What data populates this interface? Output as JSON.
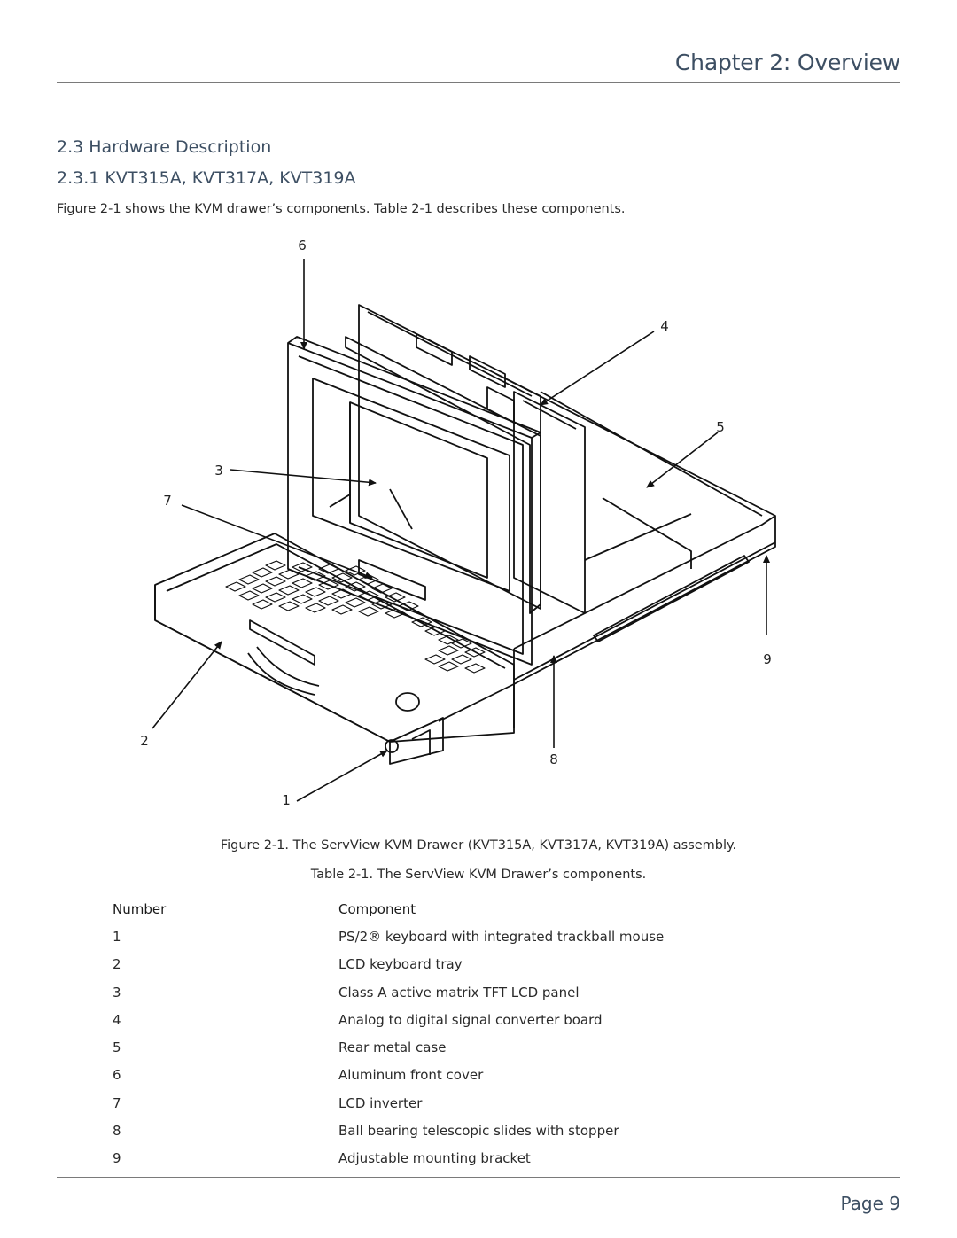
{
  "header": {
    "chapter_title": "Chapter 2: Overview"
  },
  "section": {
    "heading": "2.3 Hardware Description",
    "subheading": "2.3.1 KVT315A, KVT317A, KVT319A",
    "intro": "Figure 2-1 shows the KVM drawer’s components. Table 2-1 describes these components."
  },
  "figure": {
    "callouts": [
      "1",
      "2",
      "3",
      "4",
      "5",
      "6",
      "7",
      "8",
      "9"
    ],
    "caption": "Figure 2-1. The ServView KVM Drawer (KVT315A, KVT317A, KVT319A) assembly."
  },
  "table": {
    "caption": "Table 2-1. The ServView KVM Drawer’s components.",
    "headers": {
      "number": "Number",
      "component": "Component"
    },
    "rows": [
      {
        "number": "1",
        "component": "PS/2® keyboard with integrated trackball mouse"
      },
      {
        "number": "2",
        "component": "LCD keyboard tray"
      },
      {
        "number": "3",
        "component": "Class A active matrix TFT LCD panel"
      },
      {
        "number": "4",
        "component": "Analog to digital signal converter board"
      },
      {
        "number": "5",
        "component": "Rear metal case"
      },
      {
        "number": "6",
        "component": "Aluminum front cover"
      },
      {
        "number": "7",
        "component": "LCD inverter"
      },
      {
        "number": "8",
        "component": "Ball bearing telescopic slides with stopper"
      },
      {
        "number": "9",
        "component": "Adjustable mounting bracket"
      }
    ]
  },
  "footer": {
    "page_label": "Page 9"
  }
}
